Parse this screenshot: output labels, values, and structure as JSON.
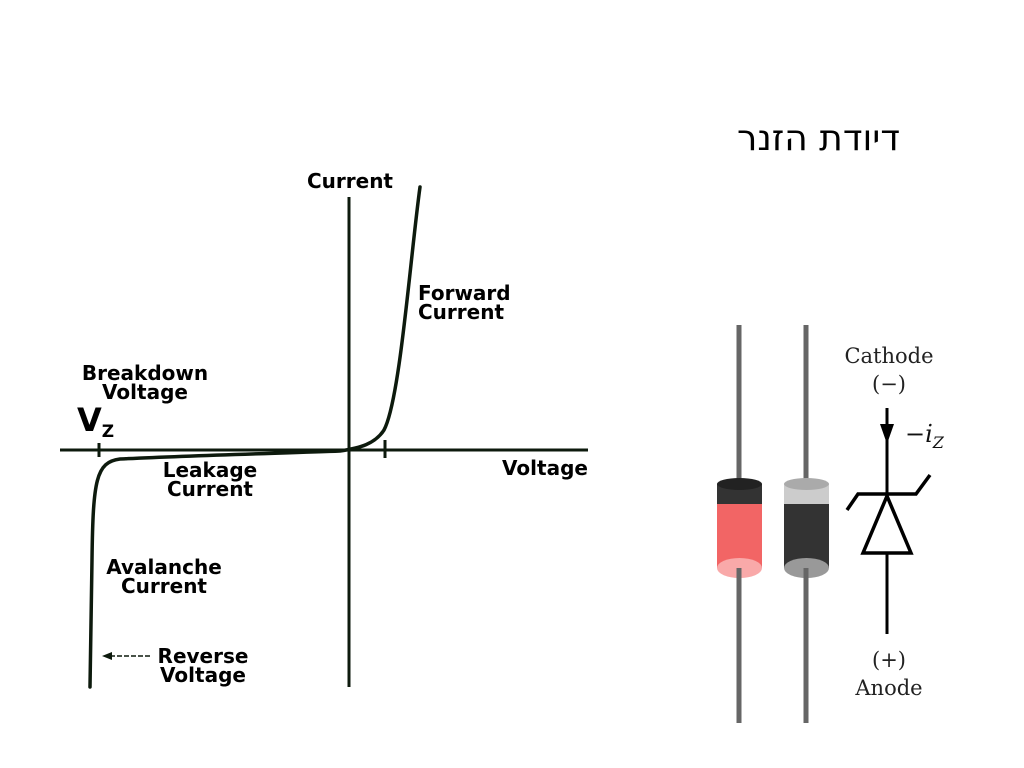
{
  "title": "דיודת הזנר",
  "graph": {
    "y_axis_label": "Current",
    "x_axis_label": "Voltage",
    "forward_current": [
      "Forward",
      "Current"
    ],
    "breakdown_voltage": [
      "Breakdown",
      "Voltage"
    ],
    "vz_main": "V",
    "vz_sub": "Z",
    "leakage_current": [
      "Leakage",
      "Current"
    ],
    "avalanche_current": [
      "Avalanche",
      "Current"
    ],
    "reverse_voltage": [
      "Reverse",
      "Voltage"
    ]
  },
  "symbol": {
    "cathode": "Cathode",
    "cathode_sign": "(−)",
    "anode_sign": "(+)",
    "anode": "Anode",
    "current_label": "−i",
    "current_sub": "Z"
  },
  "colors": {
    "curve": "#0d1a0d",
    "diode_red": "#f26565",
    "diode_red_light": "#f9a9a9",
    "diode_dark": "#333333",
    "diode_band_light": "#cccccc",
    "lead": "#666666"
  }
}
